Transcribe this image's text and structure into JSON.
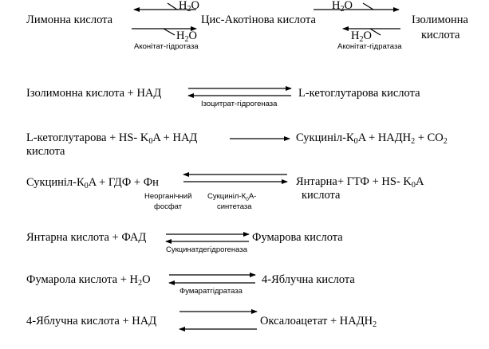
{
  "reaction_1": {
    "substrate": "Лимонна кислота",
    "water_top": "H",
    "water_top_sub": "2",
    "water_top_o": "O",
    "middle": "Цис-Акотінова кислота",
    "water_bottom": "H",
    "water_bottom_sub": "2",
    "water_bottom_o": "O",
    "enzyme": "Аконітат-гідротаза"
  },
  "reaction_2": {
    "water_top": "H",
    "water_top_sub": "2",
    "water_top_o": "O",
    "water_bottom": "H",
    "water_bottom_sub": "2",
    "water_bottom_o": "O",
    "product_line1": "Ізолимонна",
    "product_line2": "кислота",
    "enzyme": "Аконітат-гідратаза"
  },
  "reaction_3": {
    "left": "Ізолимонна кислота + НАД",
    "right": "L-кетоглутарова кислота",
    "enzyme": "Ізоцитрат-гідрогеназа"
  },
  "reaction_4": {
    "left_line1": "L-кетоглутарова + HS- K",
    "left_sub": "0",
    "left_line1_end": "A + НАД",
    "left_line2": "кислота",
    "right_a": "Сукциніл-К",
    "right_sub1": "0",
    "right_b": "A + НАДН",
    "right_sub2": "2",
    "right_c": " + CO",
    "right_sub3": "2"
  },
  "reaction_5": {
    "left_a": "Сукциніл-К",
    "left_sub": "0",
    "left_b": "A + ГДФ + Фн",
    "right_a": "Янтарна+ ГТФ + HS- K",
    "right_sub": "0",
    "right_b": "A",
    "right_line2": "кислота",
    "note_1_line1": "Неорганічний",
    "note_1_line2": "фосфат",
    "note_2_line1_a": "Сукциніл-К",
    "note_2_sub": "0",
    "note_2_line1_b": "А-",
    "note_2_line2": "синтетаза"
  },
  "reaction_6": {
    "left": "Янтарна кислота + ФАД",
    "right": "Фумарова кислота",
    "enzyme": "Сукцинатдегідрогеназа"
  },
  "reaction_7": {
    "left_a": "Фумарола кислота + H",
    "left_sub": "2",
    "left_b": "O",
    "right": "4-Яблучна кислота",
    "enzyme": "Фумаратгідратаза"
  },
  "reaction_8": {
    "left": "4-Яблучна кислота + НАД",
    "right_a": "Оксалоацетат + НАДН",
    "right_sub": "2"
  }
}
